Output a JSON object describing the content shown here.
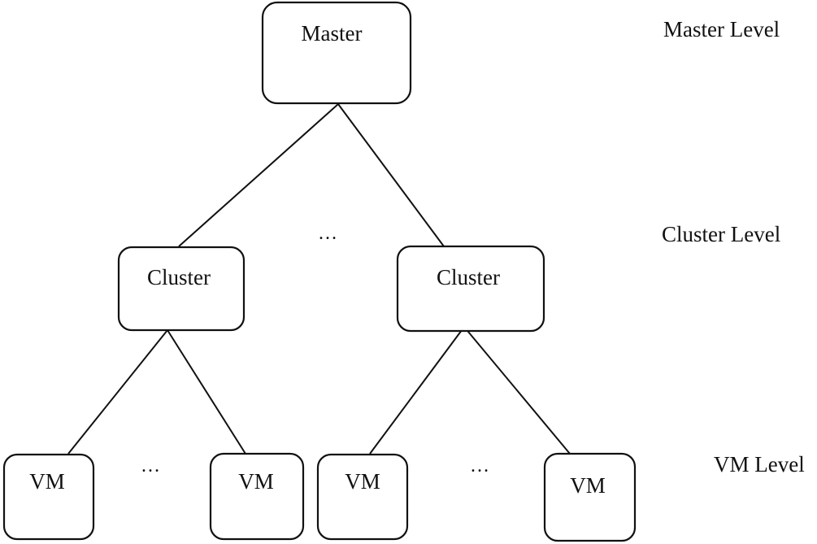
{
  "nodes": {
    "master": {
      "label": "Master"
    },
    "cluster_left": {
      "label": "Cluster"
    },
    "cluster_right": {
      "label": "Cluster"
    },
    "vm_1": {
      "label": "VM"
    },
    "vm_2": {
      "label": "VM"
    },
    "vm_3": {
      "label": "VM"
    },
    "vm_4": {
      "label": "VM"
    }
  },
  "levels": {
    "master": "Master Level",
    "cluster": "Cluster Level",
    "vm": "VM Level"
  },
  "ellipsis": {
    "clusters": "…",
    "vms_left": "…",
    "vms_right": "…"
  },
  "colors": {
    "stroke": "#111111",
    "fill": "#ffffff"
  }
}
